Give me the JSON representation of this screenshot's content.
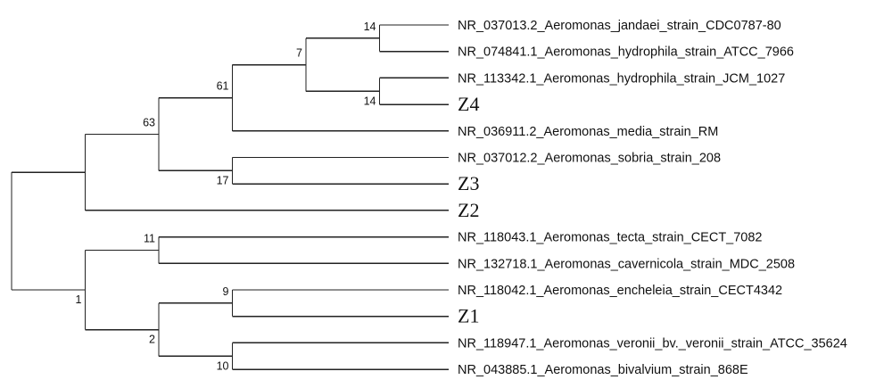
{
  "tree": {
    "children": [
      {
        "children": [
          {
            "bootstrap": "63",
            "label_pos": "above",
            "children": [
              {
                "bootstrap": "61",
                "label_pos": "above",
                "children": [
                  {
                    "bootstrap": "7",
                    "label_pos": "above",
                    "children": [
                      {
                        "bootstrap": "14",
                        "label_pos": "above",
                        "children": [
                          {
                            "name": "NR_037013.2_Aeromonas_jandaei_strain_CDC0787-80"
                          },
                          {
                            "name": "NR_074841.1_Aeromonas_hydrophila_strain_ATCC_7966"
                          }
                        ]
                      },
                      {
                        "bootstrap": "14",
                        "label_pos": "below",
                        "children": [
                          {
                            "name": "NR_113342.1_Aeromonas_hydrophila_strain_JCM_1027"
                          },
                          {
                            "name": "Z4",
                            "sample": true
                          }
                        ]
                      }
                    ]
                  },
                  {
                    "name": "NR_036911.2_Aeromonas_media_strain_RM"
                  }
                ]
              },
              {
                "bootstrap": "17",
                "label_pos": "below",
                "children": [
                  {
                    "name": "NR_037012.2_Aeromonas_sobria_strain_208"
                  },
                  {
                    "name": "Z3",
                    "sample": true
                  }
                ]
              }
            ]
          },
          {
            "name": "Z2",
            "sample": true
          }
        ]
      },
      {
        "bootstrap": "1",
        "label_pos": "below",
        "children": [
          {
            "bootstrap": "11",
            "label_pos": "above",
            "children": [
              {
                "name": "NR_118043.1_Aeromonas_tecta_strain_CECT_7082"
              },
              {
                "name": "NR_132718.1_Aeromonas_cavernicola_strain_MDC_2508"
              }
            ]
          },
          {
            "bootstrap": "2",
            "label_pos": "below",
            "children": [
              {
                "bootstrap": "9",
                "label_pos": "above",
                "children": [
                  {
                    "name": "NR_118042.1_Aeromonas_encheleia_strain_CECT4342"
                  },
                  {
                    "name": "Z1",
                    "sample": true
                  }
                ]
              },
              {
                "bootstrap": "10",
                "label_pos": "below",
                "children": [
                  {
                    "name": "NR_118947.1_Aeromonas_veronii_bv._veronii_strain_ATCC_35624"
                  },
                  {
                    "name": "NR_043885.1_Aeromonas_bivalvium_strain_868E"
                  }
                ]
              }
            ]
          }
        ]
      }
    ]
  }
}
